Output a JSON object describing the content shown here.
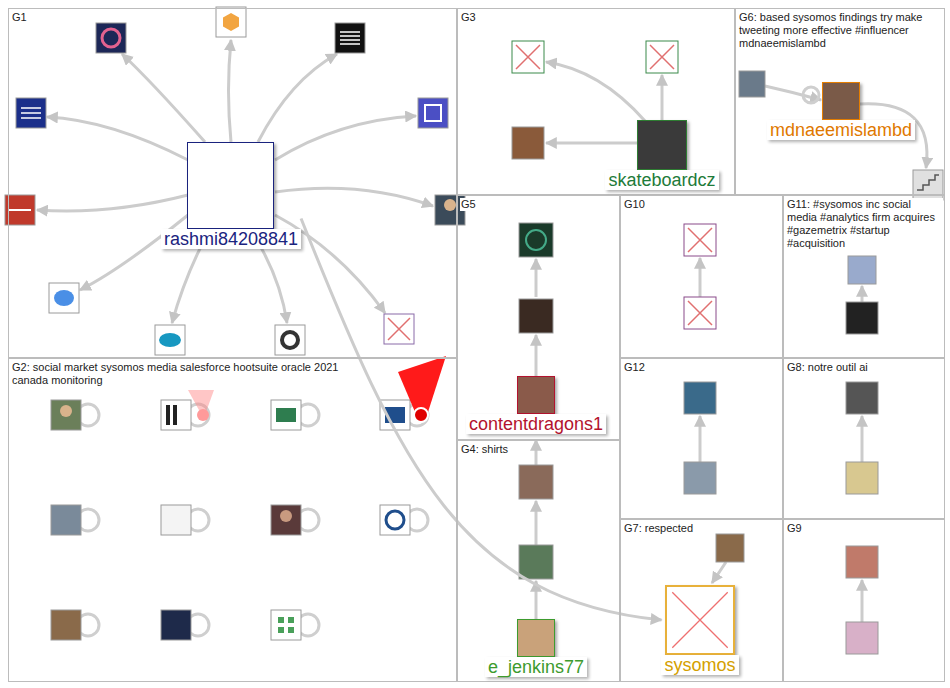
{
  "diagram": {
    "nodes": [
      {
        "text": [
          "G1"
        ]
      },
      {
        "text": [
          "rashmi84208841"
        ],
        "in": 0
      },
      {
        "text": [
          "G3"
        ]
      },
      {
        "text": [
          "skateboardcz"
        ],
        "in": 2
      },
      {
        "text": [
          "G6: based sysomos findings try make tweeting more effective #influencer mdnaeemislambd"
        ]
      },
      {
        "text": [
          "mdnaeemislambd"
        ],
        "in": 4
      },
      {
        "text": [
          "G2: social market sysomos media salesforce hootsuite oracle 2021 canada monitoring"
        ]
      },
      {
        "text": [
          "G5"
        ]
      },
      {
        "text": [
          "contentdragons1"
        ],
        "in": 7
      },
      {
        "text": [
          "G10"
        ]
      },
      {
        "text": [
          "G11: #sysomos inc social media #analytics firm acquires #gazemetrix #startup #acquisition"
        ]
      },
      {
        "text": [
          "G12"
        ]
      },
      {
        "text": [
          "G8: notre outil ai"
        ]
      },
      {
        "text": [
          "G4: shirts"
        ]
      },
      {
        "text": [
          "e_jenkins77"
        ],
        "in": 13
      },
      {
        "text": [
          "G7: respected"
        ]
      },
      {
        "text": [
          "sysomos"
        ],
        "in": 15
      },
      {
        "text": [
          "G9"
        ]
      }
    ],
    "edges": [
      {
        "from": 1,
        "to": 16,
        "arrow": "to"
      }
    ]
  }
}
